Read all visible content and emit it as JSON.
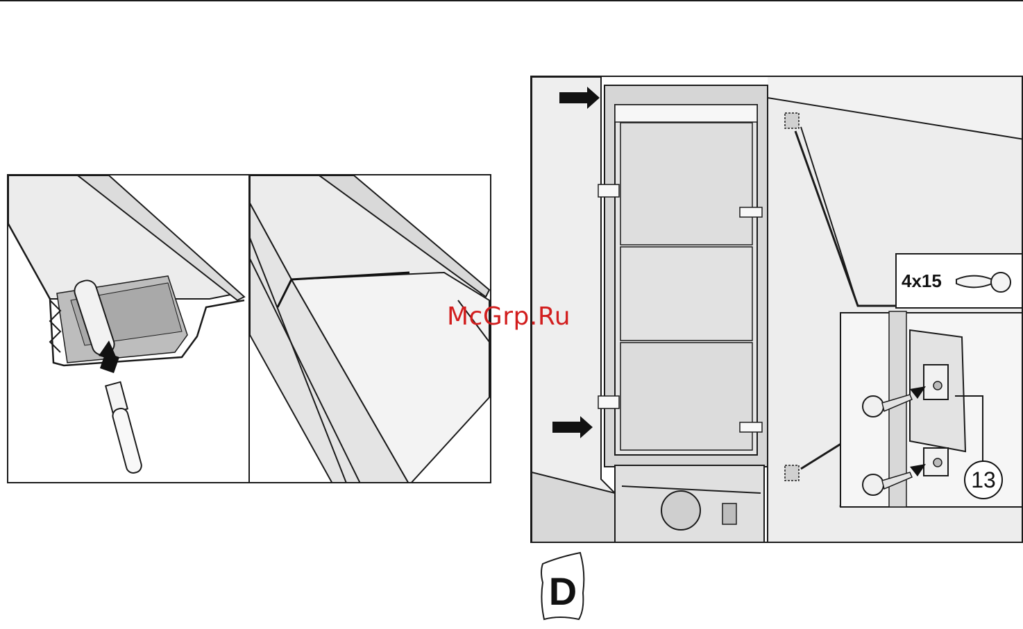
{
  "watermark": {
    "text": "McGrp.Ru",
    "color": "#d21e1e"
  },
  "screw_spec": {
    "label": "4x15"
  },
  "part_callout": {
    "number": "13"
  },
  "accessory_bag": {
    "letter": "D"
  },
  "colors": {
    "line": "#1a1a1a",
    "panel_fill": "#e9e9e9",
    "shade": "#cfcfcf",
    "watermark": "#d21e1e"
  }
}
